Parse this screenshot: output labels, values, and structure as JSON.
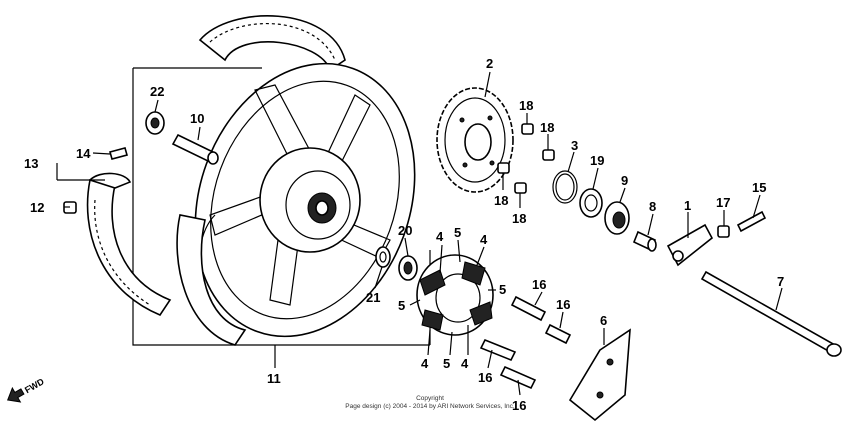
{
  "diagram": {
    "fwd_label": "FWD",
    "callouts": {
      "c1": "1",
      "c2": "2",
      "c3": "3",
      "c4a": "4",
      "c4b": "4",
      "c4c": "4",
      "c4d": "4",
      "c5a": "5",
      "c5b": "5",
      "c5c": "5",
      "c5d": "5",
      "c6": "6",
      "c7": "7",
      "c8": "8",
      "c9": "9",
      "c10": "10",
      "c11": "11",
      "c12": "12",
      "c13": "13",
      "c14": "14",
      "c15": "15",
      "c16a": "16",
      "c16b": "16",
      "c16c": "16",
      "c16d": "16",
      "c17": "17",
      "c18a": "18",
      "c18b": "18",
      "c18c": "18",
      "c18d": "18",
      "c19": "19",
      "c20": "20",
      "c21": "21",
      "c22": "22"
    }
  },
  "footer": {
    "line1": "Copyright",
    "line2": "Page design (c) 2004 - 2014 by ARI Network Services, Inc."
  }
}
